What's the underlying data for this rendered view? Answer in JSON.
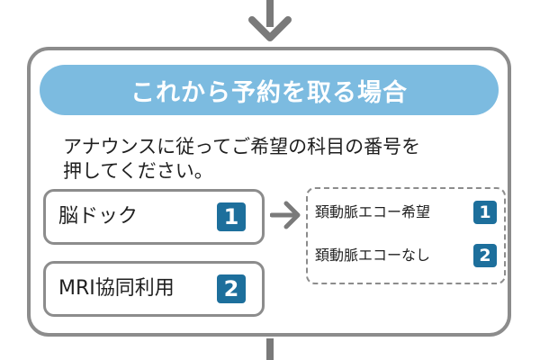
{
  "banner": {
    "title": "これから予約を取る場合"
  },
  "instruction": {
    "line1": "アナウンスに従ってご希望の科目の番号を",
    "line2": "押してください。"
  },
  "options": [
    {
      "label": "脳ドック",
      "number": "1"
    },
    {
      "label": "MRI協同利用",
      "number": "2"
    }
  ],
  "sub_options": [
    {
      "label": "頚動脈エコー希望",
      "number": "1"
    },
    {
      "label": "頚動脈エコーなし",
      "number": "2"
    }
  ],
  "colors": {
    "banner": "#7cbbe0",
    "badge": "#1d6f9c",
    "border": "#8c8c8c",
    "arrow": "#7a7a7a"
  }
}
